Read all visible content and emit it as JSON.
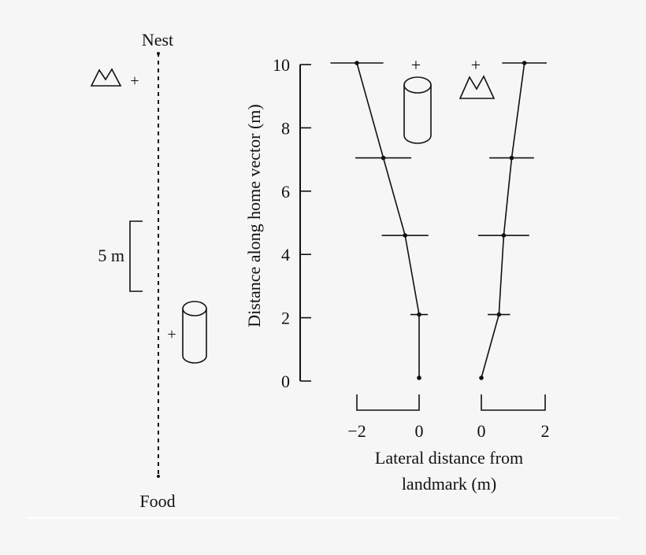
{
  "colors": {
    "background": "#f6f6f6",
    "ink": "#111111"
  },
  "map": {
    "nest_label": "Nest",
    "food_label": "Food",
    "scale_label": "5 m",
    "scale_length_m": 5,
    "landmark_marker": "+",
    "cone_landmark_icon": "cone-landmark-icon",
    "cylinder_landmark_icon": "cylinder-landmark-icon"
  },
  "chart_data": {
    "type": "line",
    "title": "",
    "ylabel": "Distance along home vector (m)",
    "xlabel": "Lateral distance from landmark (m)",
    "ylim": [
      0,
      10
    ],
    "y_ticks": [
      "0",
      "2",
      "4",
      "6",
      "8",
      "10"
    ],
    "grid": false,
    "series": [
      {
        "landmark": "cylinder",
        "x_ticks": [
          "−2",
          "0"
        ],
        "xlim": [
          -2,
          0
        ],
        "points": [
          {
            "y": 0.1,
            "x": 0.0,
            "err": 0.0
          },
          {
            "y": 2.1,
            "x": 0.0,
            "err": 0.28
          },
          {
            "y": 4.6,
            "x": -0.45,
            "err": 0.75
          },
          {
            "y": 7.05,
            "x": -1.15,
            "err": 0.9
          },
          {
            "y": 10.05,
            "x": -2.0,
            "err": 0.85
          }
        ]
      },
      {
        "landmark": "cone",
        "x_ticks": [
          "0",
          "2"
        ],
        "xlim": [
          0,
          2
        ],
        "points": [
          {
            "y": 0.1,
            "x": 0.0,
            "err": 0.0
          },
          {
            "y": 2.1,
            "x": 0.55,
            "err": 0.35
          },
          {
            "y": 4.6,
            "x": 0.7,
            "err": 0.8
          },
          {
            "y": 7.05,
            "x": 0.95,
            "err": 0.7
          },
          {
            "y": 10.05,
            "x": 1.35,
            "err": 0.7
          }
        ]
      }
    ]
  }
}
